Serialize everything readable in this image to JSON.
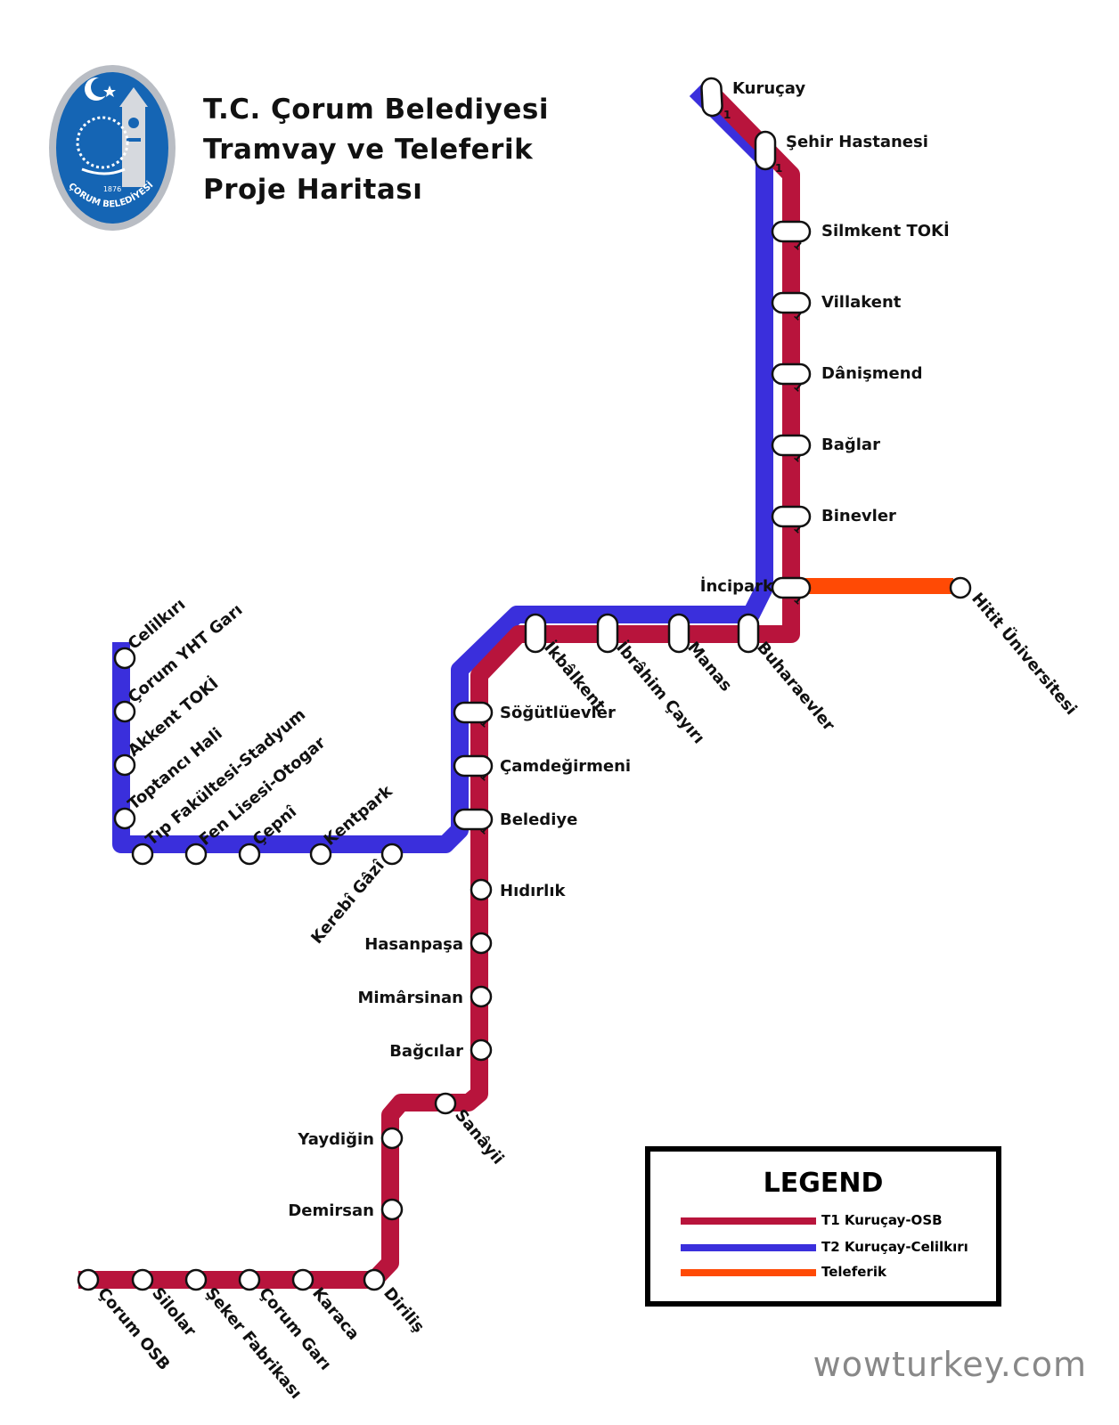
{
  "title": {
    "line1": "T.C. Çorum Belediyesi",
    "line2": "Tramvay ve Teleferik",
    "line3": "Proje Haritası"
  },
  "logo": {
    "year": "1876",
    "text": "ÇORUM BELEDİYESİ",
    "icons": [
      "crescent-star-icon",
      "clock-tower-icon"
    ],
    "colors": {
      "ring": "#b9bdc4",
      "fill": "#1565b4"
    }
  },
  "lines": {
    "t1": {
      "name": "T1 Kuruçay-OSB",
      "color": "#b8143c"
    },
    "t2": {
      "name": "T2 Kuruçay-Celilkırı",
      "color": "#3a2fdc"
    },
    "cable": {
      "name": "Teleferik",
      "color": "#ff4a05"
    }
  },
  "stations": {
    "kurucay": "Kuruçay",
    "sehir_hastanesi": "Şehir Hastanesi",
    "silmkent_toki": "Silmkent TOKİ",
    "villakent": "Villakent",
    "danismend": "Dânişmend",
    "baglar": "Bağlar",
    "binevler": "Binevler",
    "incipark": "İncipark",
    "hitit": "Hitit Üniversitesi",
    "buharaevler": "Buharaevler",
    "manas": "Manas",
    "ibrahim_cayiri": "İbrâhim Çayırı",
    "ikbalkent": "İkbâlkent",
    "sogutluevler": "Söğütlüevler",
    "camdegirmeni": "Çamdeğirmeni",
    "belediye": "Belediye",
    "hidirlik": "Hıdırlık",
    "hasanpasa": "Hasanpaşa",
    "mimarsinan": "Mimârsinan",
    "bagcilar": "Bağcılar",
    "sanayii": "Sanâyii",
    "yaydigin": "Yaydiğin",
    "demirsan": "Demirsan",
    "dirilis": "Diriliş",
    "karaca": "Karaca",
    "corum_gari": "Çorum Garı",
    "seker_fabrikasi": "Şeker Fabrikası",
    "silolar": "Silolar",
    "corum_osb": "Çorum OSB",
    "kerebi_gazi": "Kerebî Gâzî",
    "kentpark": "Kentpark",
    "cepni": "Çepnî",
    "fen_lisesi": "Fen Lisesi-Otogar",
    "tip_fakultesi": "Tıp Fakültesi-Stadyum",
    "toptanci_hali": "Toptancı Hali",
    "akkent_toki": "Akkent TOKİ",
    "corum_yht": "Çorum YHT Garı",
    "celilkiri": "Celilkırı"
  },
  "legend": {
    "title": "LEGEND",
    "items": [
      {
        "label": "T1 Kuruçay-OSB",
        "color": "#b8143c"
      },
      {
        "label": "T2 Kuruçay-Celilkırı",
        "color": "#3a2fdc"
      },
      {
        "label": "Teleferik",
        "color": "#ff4a05"
      }
    ]
  },
  "watermark": "wowturkey.com"
}
